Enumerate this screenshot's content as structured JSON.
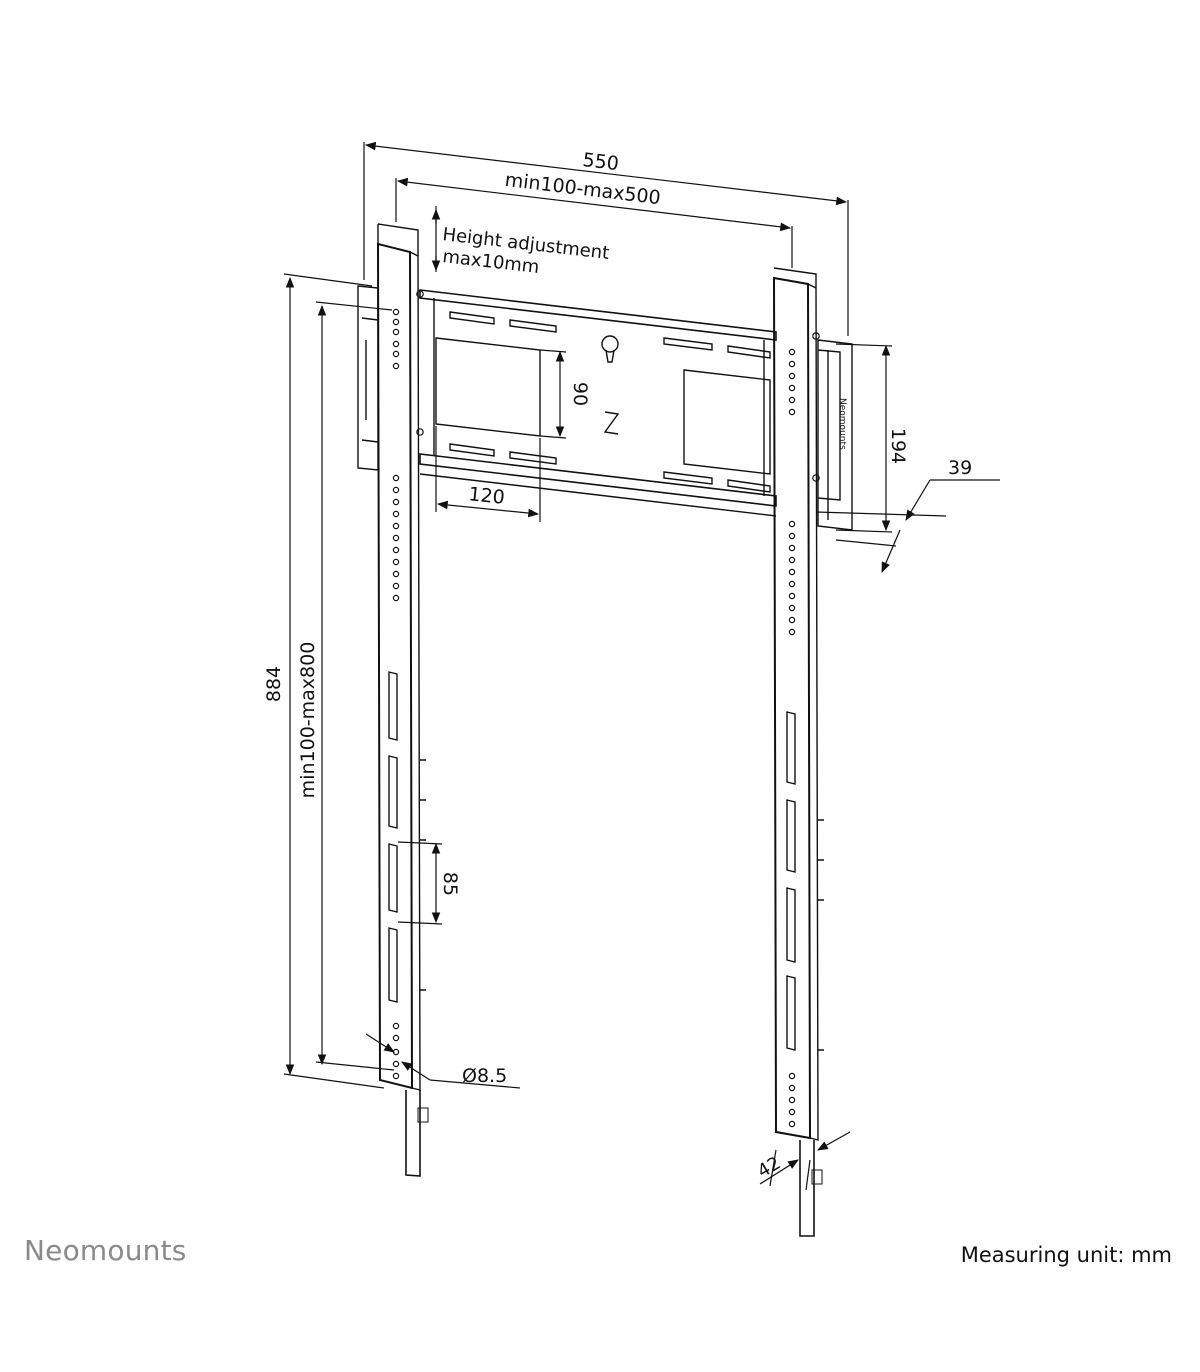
{
  "dimensions": {
    "overall_width": "550",
    "hole_spacing_width": "min100-max500",
    "height_adjust_line1": "Height adjustment",
    "height_adjust_line2": "max10mm",
    "overall_height": "884",
    "hole_spacing_height": "min100-max800",
    "plate_height": "90",
    "plate_width": "120",
    "bracket_height": "194",
    "depth": "39",
    "slot_height": "85",
    "hole_diameter": "Ø8.5",
    "arm_depth": "42"
  },
  "bracket_label": "Neomounts",
  "brand": "Neomounts",
  "measuring_unit": "Measuring unit: mm",
  "colors": {
    "line": "#111111",
    "brand_gray": "#8a8a8a"
  }
}
